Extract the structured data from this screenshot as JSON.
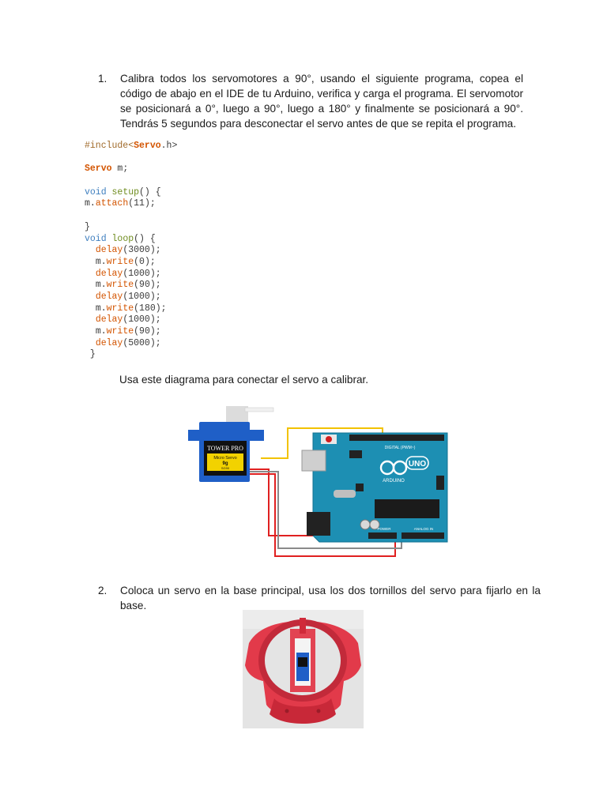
{
  "steps": [
    {
      "number": "1.",
      "text": "Calibra todos los servomotores a 90°, usando el siguiente programa, copea el código de abajo en el IDE de tu Arduino, verifica y carga el programa. El servomotor se posicionará a 0°, luego a 90°, luego a 180° y finalmente se posicionará a 90°. Tendrás 5 segundos para desconectar el servo antes de que se repita el programa."
    },
    {
      "number": "2.",
      "text": "Coloca un servo en la base principal, usa los dos tornillos del servo para fijarlo en la base."
    }
  ],
  "code": {
    "include_directive": "#include<",
    "include_lib": "Servo",
    "include_ext": ".h>",
    "decl_type": "Servo",
    "decl_rest": " m;",
    "void1": "void",
    "setup_name": " setup",
    "setup_rest": "() {",
    "attach_obj": "m.",
    "attach_fn": "attach",
    "attach_args": "(11);",
    "close1": "}",
    "void2": "void",
    "loop_name": " loop",
    "loop_rest": "() {",
    "loop_lines": [
      {
        "indent": "  ",
        "obj": "",
        "fn": "delay",
        "args": "(3000);"
      },
      {
        "indent": "  ",
        "obj": "m.",
        "fn": "write",
        "args": "(0);"
      },
      {
        "indent": "  ",
        "obj": "",
        "fn": "delay",
        "args": "(1000);"
      },
      {
        "indent": "  ",
        "obj": "m.",
        "fn": "write",
        "args": "(90);"
      },
      {
        "indent": "  ",
        "obj": "",
        "fn": "delay",
        "args": "(1000);"
      },
      {
        "indent": "  ",
        "obj": "m.",
        "fn": "write",
        "args": "(180);"
      },
      {
        "indent": "  ",
        "obj": "",
        "fn": "delay",
        "args": "(1000);"
      },
      {
        "indent": "  ",
        "obj": "m.",
        "fn": "write",
        "args": "(90);"
      },
      {
        "indent": "  ",
        "obj": "",
        "fn": "delay",
        "args": "(5000);"
      }
    ],
    "close2": " }"
  },
  "caption": "Usa este diagrama para conectar el servo a calibrar.",
  "servo_label": {
    "brand": "TOWER PRO",
    "model": "Micro Servo",
    "weight": "9g",
    "part": "SG90"
  },
  "board_label": {
    "brand": "ARDUINO",
    "model": "UNO",
    "digital": "DIGITAL (PWM~)",
    "power": "POWER",
    "analog": "ANALOG IN"
  },
  "colors": {
    "signal_wire": "#f2c200",
    "power_wire": "#e02020",
    "ground_wire": "#8a8a8a",
    "board": "#1d8fb3",
    "servo": "#1f5fc7",
    "base_print": "#e23a4a"
  }
}
